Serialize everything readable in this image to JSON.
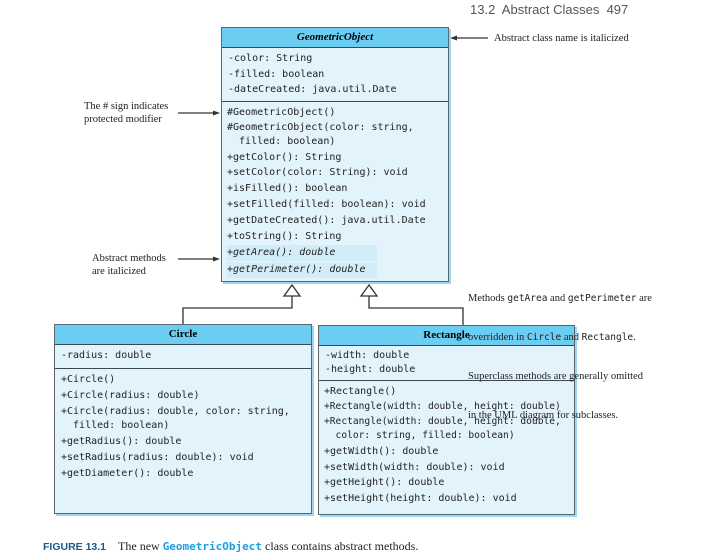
{
  "header": "13.2  Abstract Classes  497",
  "geometric": {
    "name": "GeometricObject",
    "attributes": [
      "-color: String",
      "-filled: boolean",
      "-dateCreated: java.util.Date"
    ],
    "methods": [
      "#GeometricObject()",
      "#GeometricObject(color: string,\n  filled: boolean)",
      "+getColor(): String",
      "+setColor(color: String): void",
      "+isFilled(): boolean",
      "+setFilled(filled: boolean): void",
      "+getDateCreated(): java.util.Date",
      "+toString(): String",
      "+getArea(): double",
      "+getPerimeter(): double"
    ]
  },
  "circle": {
    "name": "Circle",
    "attributes": [
      "-radius: double"
    ],
    "methods": [
      "+Circle()",
      "+Circle(radius: double)",
      "+Circle(radius: double, color: string,\n  filled: boolean)",
      "+getRadius(): double",
      "+setRadius(radius: double): void",
      "+getDiameter(): double"
    ]
  },
  "rectangle": {
    "name": "Rectangle",
    "attributes": [
      "-width: double",
      "-height: double"
    ],
    "methods": [
      "+Rectangle()",
      "+Rectangle(width: double, height: double)",
      "+Rectangle(width: double, height: double,\n  color: string, filled: boolean)",
      "+getWidth(): double",
      "+setWidth(width: double): void",
      "+getHeight(): double",
      "+setHeight(height: double): void"
    ]
  },
  "notes": {
    "abstract_class": "Abstract class name is italicized",
    "protected": [
      "The # sign indicates",
      "protected modifier"
    ],
    "abstract_methods": [
      "Abstract methods",
      "are italicized"
    ],
    "overridden": {
      "p1": "Methods ",
      "m1": "getArea",
      "p2": " and ",
      "m2": "getPerimeter",
      "p3": " are",
      "p4": "overridden in ",
      "m3": "Circle",
      "p5": " and ",
      "m4": "Rectangle",
      "p6": ".",
      "l3": "Superclass methods are generally omitted",
      "l4": "in the UML diagram for subclasses."
    }
  },
  "caption": {
    "label": "FIGURE 13.1",
    "text1": "The new ",
    "code": "GeometricObject",
    "text2": " class contains abstract methods."
  },
  "colors": {
    "title_bar": "#6ccdf2",
    "body": "#e3f3fb",
    "caption_label": "#1a5a8a",
    "code": "#1aa0e0"
  }
}
